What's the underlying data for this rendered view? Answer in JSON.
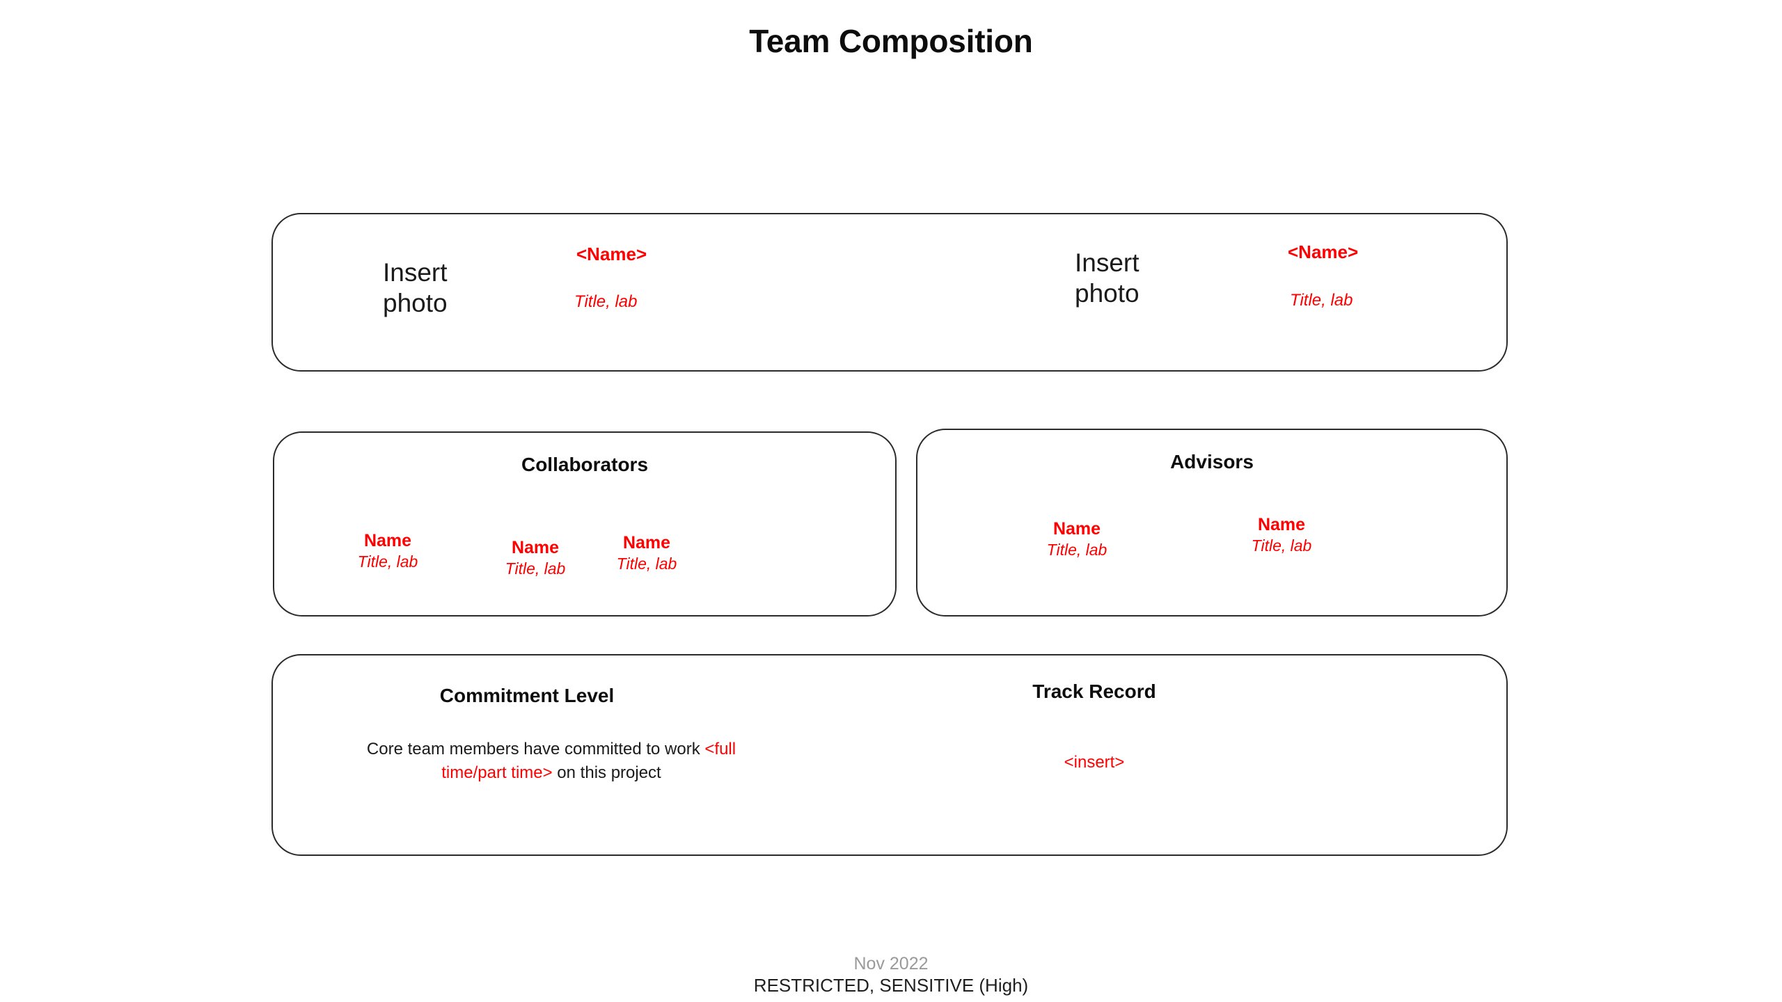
{
  "slide": {
    "title": "Team Composition"
  },
  "core_team": {
    "members": [
      {
        "photo_placeholder": "Insert\nphoto",
        "name": "<Name>",
        "title": "Title, lab"
      },
      {
        "photo_placeholder": "Insert\nphoto",
        "name": "<Name>",
        "title": "Title, lab"
      }
    ]
  },
  "collaborators": {
    "heading": "Collaborators",
    "members": [
      {
        "name": "Name",
        "title": "Title, lab"
      },
      {
        "name": "Name",
        "title": "Title, lab"
      },
      {
        "name": "Name",
        "title": "Title, lab"
      }
    ]
  },
  "advisors": {
    "heading": "Advisors",
    "members": [
      {
        "name": "Name",
        "title": "Title, lab"
      },
      {
        "name": "Name",
        "title": "Title, lab"
      }
    ]
  },
  "commitment": {
    "heading": "Commitment Level",
    "body_prefix": "Core team members have committed to work ",
    "body_placeholder": "<full time/part time>",
    "body_suffix": " on this project"
  },
  "track_record": {
    "heading": "Track Record",
    "placeholder": "<insert>"
  },
  "footer": {
    "date": "Nov 2022",
    "classification": "RESTRICTED, SENSITIVE (High)"
  },
  "colors": {
    "placeholder_red": "#FF0000",
    "text_black": "#1a1a1a",
    "border": "#2b2b2b",
    "footer_gray": "#9a9a9a"
  }
}
